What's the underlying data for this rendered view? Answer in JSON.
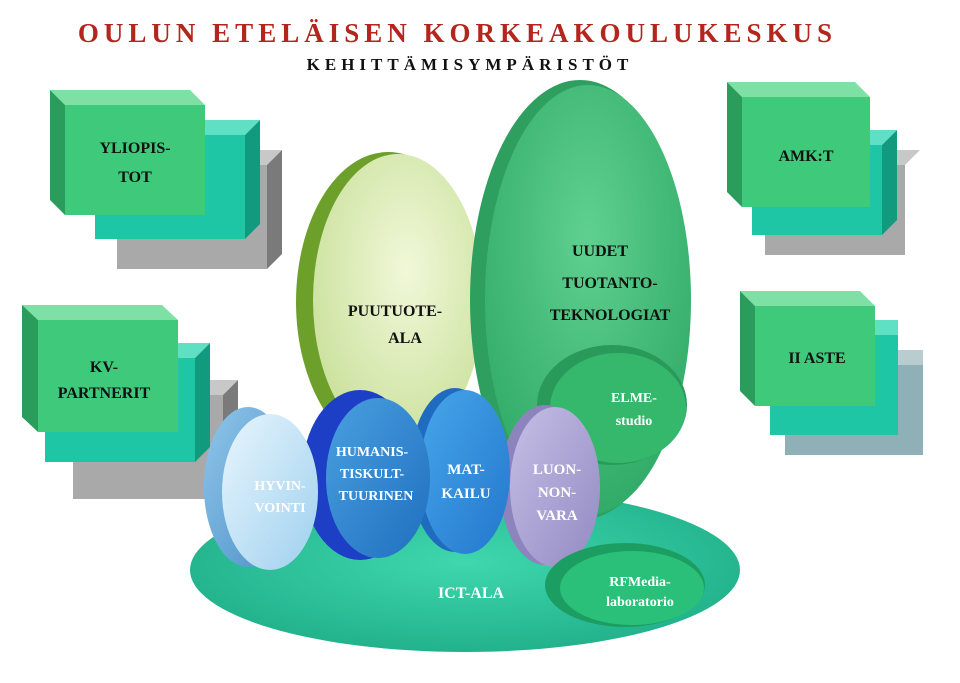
{
  "title": "OULUN ETELÄISEN KORKEAKOULUKESKUS",
  "subtitle": "KEHITTÄMISYMPÄRISTÖT",
  "boxes": {
    "yliopistot": [
      "YLIOPIS-",
      "TOT"
    ],
    "kv_partnerit": [
      "KV-",
      "PARTNERIT"
    ],
    "amk": [
      "AMK:T"
    ],
    "ii_aste": [
      "II ASTE"
    ]
  },
  "ellipses": {
    "puutuoteala": [
      "PUUTUOTE-",
      "ALA"
    ],
    "uudet": [
      "UUDET",
      "TUOTANTO-",
      "TEKNOLOGIAT"
    ],
    "elme": [
      "ELME-",
      "studio"
    ],
    "hyvinvointi": [
      "HYVIN-",
      "VOINTI"
    ],
    "humanistis": [
      "HUMANIS-",
      "TISKULT-",
      "TUURINEN"
    ],
    "matkailu": [
      "MAT-",
      "KAILU"
    ],
    "luonnonvara": [
      "LUON-",
      "NON-",
      "VARA"
    ],
    "ict": [
      "ICT-ALA"
    ],
    "rfmedia": [
      "RFMedia-",
      "laboratorio"
    ]
  },
  "colors": {
    "title": "#b3261e",
    "box_green": "#3ec97b",
    "box_teal": "#1fc6a5",
    "box_gray": "#a9a9a9",
    "puutuote": "#dcecb0",
    "uudet": "#3fbf77",
    "ict": "#25c19a",
    "hyvinvointi": "#bfe2f5",
    "humanistis": "#1d3fc6",
    "matkailu": "#2f87dd",
    "luonnonvara": "#a89fcf"
  }
}
